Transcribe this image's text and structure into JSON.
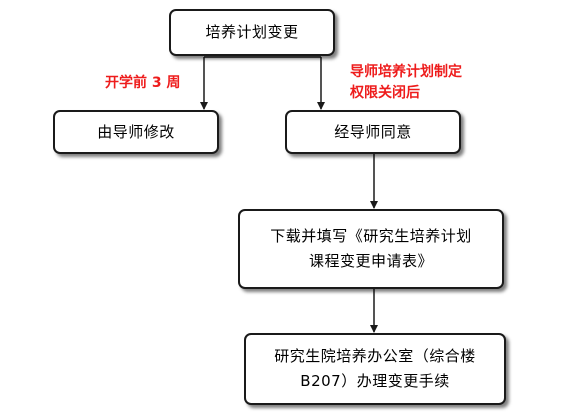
{
  "colors": {
    "note": "#ee1c1c",
    "border": "#1a1a1a",
    "text": "#000000"
  },
  "nodes": {
    "change": "培养计划变更",
    "advisor_modify": "由导师修改",
    "advisor_agree": "经导师同意",
    "download_form": "下载并填写《研究生培养计划\n课程变更申请表》",
    "office": "研究生院培养办公室（综合楼\nB207）办理变更手续"
  },
  "notes": {
    "before_3_weeks": "开学前 3 周",
    "after_closed_line1": "导师培养计划制定",
    "after_closed_line2": "权限关闭后"
  }
}
